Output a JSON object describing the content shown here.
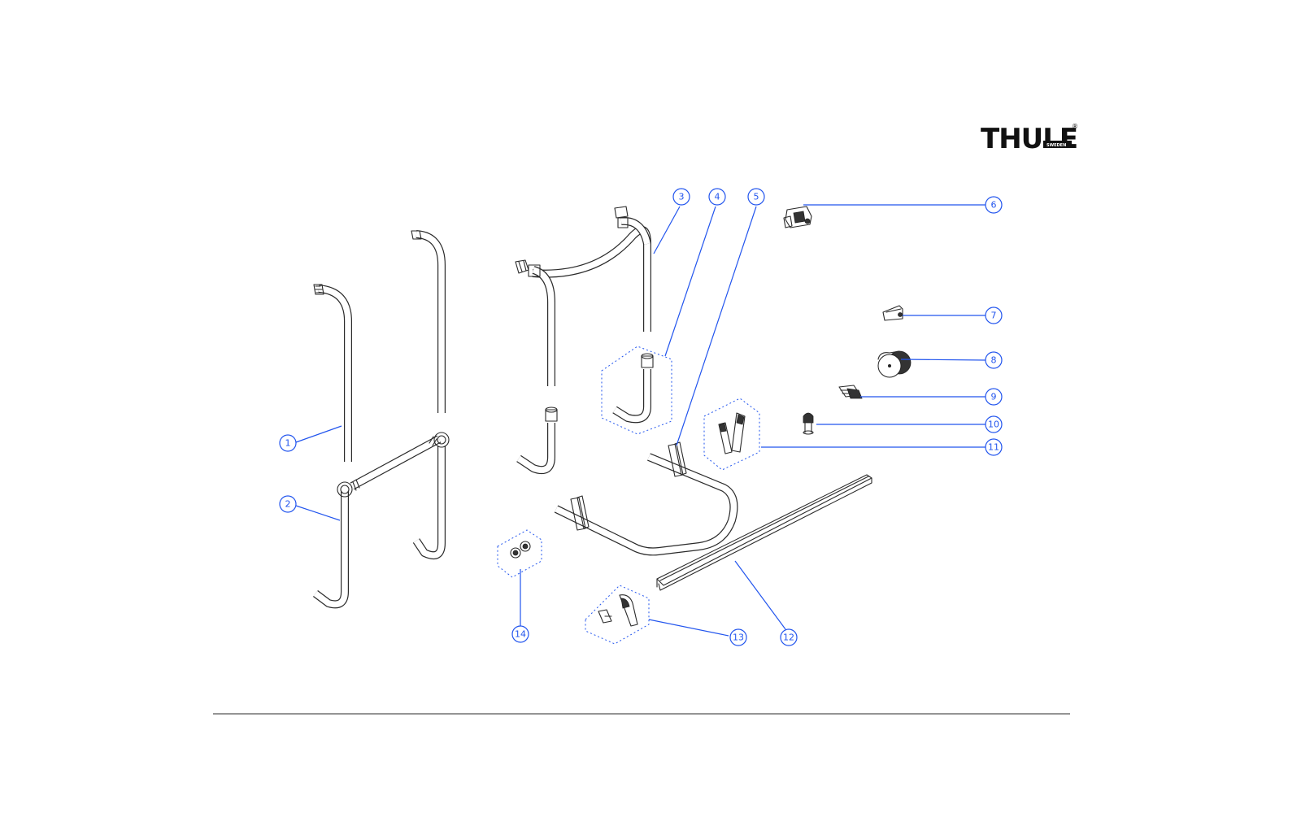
{
  "logo": {
    "brand": "THULE",
    "sub": "SWEDEN",
    "reg": "®"
  },
  "callouts": [
    {
      "id": "1",
      "label": "1"
    },
    {
      "id": "2",
      "label": "2"
    },
    {
      "id": "3",
      "label": "3"
    },
    {
      "id": "4",
      "label": "4"
    },
    {
      "id": "5",
      "label": "5"
    },
    {
      "id": "6",
      "label": "6"
    },
    {
      "id": "7",
      "label": "7"
    },
    {
      "id": "8",
      "label": "8"
    },
    {
      "id": "9",
      "label": "9"
    },
    {
      "id": "10",
      "label": "10"
    },
    {
      "id": "11",
      "label": "11"
    },
    {
      "id": "12",
      "label": "12"
    },
    {
      "id": "13",
      "label": "13"
    },
    {
      "id": "14",
      "label": "14"
    }
  ],
  "colors": {
    "callout": "#2255ee",
    "line": "#2a2a2a"
  }
}
